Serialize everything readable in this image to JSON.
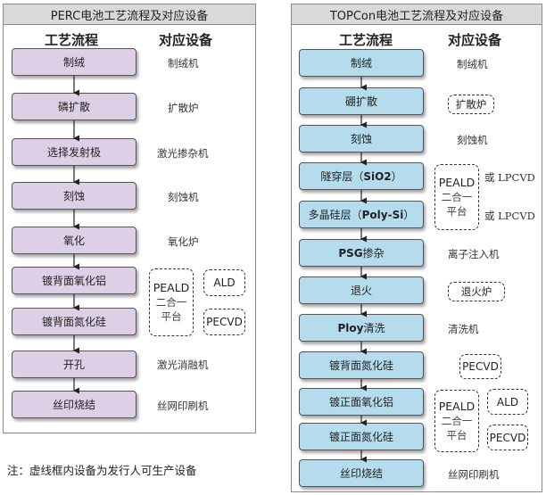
{
  "perc": {
    "title": "PERC电池工艺流程及对应设备",
    "head_process": "工艺流程",
    "head_equipment": "对应设备",
    "steps": [
      {
        "label": "制绒",
        "equipment": "制绒机"
      },
      {
        "label": "磷扩散",
        "equipment": "扩散炉"
      },
      {
        "label": "选择发射极",
        "equipment": "激光掺杂机"
      },
      {
        "label": "刻蚀",
        "equipment": "刻蚀机"
      },
      {
        "label": "氧化",
        "equipment": "氧化炉"
      },
      {
        "label": "镀背面氧化铝",
        "equipment": ""
      },
      {
        "label": "镀背面氮化硅",
        "equipment": ""
      },
      {
        "label": "开孔",
        "equipment": "激光消融机"
      },
      {
        "label": "丝印烧结",
        "equipment": "丝网印刷机"
      }
    ],
    "peald": {
      "en": "PEALD",
      "cn1": "二合一",
      "cn2": "平台"
    },
    "ald": "ALD",
    "pecvd": "PECVD"
  },
  "topcon": {
    "title": "TOPCon电池工艺流程及对应设备",
    "head_process": "工艺流程",
    "head_equipment": "对应设备",
    "steps": [
      {
        "label": "制绒",
        "equipment": "制绒机"
      },
      {
        "label": "硼扩散",
        "equipment": ""
      },
      {
        "label": "刻蚀",
        "equipment": "刻蚀机"
      },
      {
        "label_pre": "隧穿层（",
        "label_bold": "SiO2",
        "label_post": "）",
        "equipment": "或 LPCVD"
      },
      {
        "label_pre": "多晶硅层（",
        "label_bold": "Poly-Si",
        "label_post": "）",
        "equipment": "或 LPCVD"
      },
      {
        "label_pre": "",
        "label_bold": "PSG",
        "label_post": "掺杂",
        "equipment": "离子注入机"
      },
      {
        "label": "退火",
        "equipment": ""
      },
      {
        "label_pre": "",
        "label_bold": "Ploy",
        "label_post": "清洗",
        "equipment": "清洗机"
      },
      {
        "label": "镀背面氮化硅",
        "equipment": ""
      },
      {
        "label": "镀正面氧化铝",
        "equipment": ""
      },
      {
        "label": "镀正面氮化硅",
        "equipment": ""
      },
      {
        "label": "丝印烧结",
        "equipment": "丝网印刷机"
      }
    ],
    "diffusion_box": "扩散炉",
    "anneal_box": "退火炉",
    "pecvd_box": "PECVD",
    "peald_top": {
      "en": "PEALD",
      "cn1": "二合一",
      "cn2": "平台"
    },
    "peald_bottom": {
      "en": "PEALD",
      "cn1": "二合一",
      "cn2": "平台"
    },
    "ald": "ALD",
    "pecvd": "PECVD"
  },
  "note": "注：虚线框内设备为发行人可生产设备"
}
